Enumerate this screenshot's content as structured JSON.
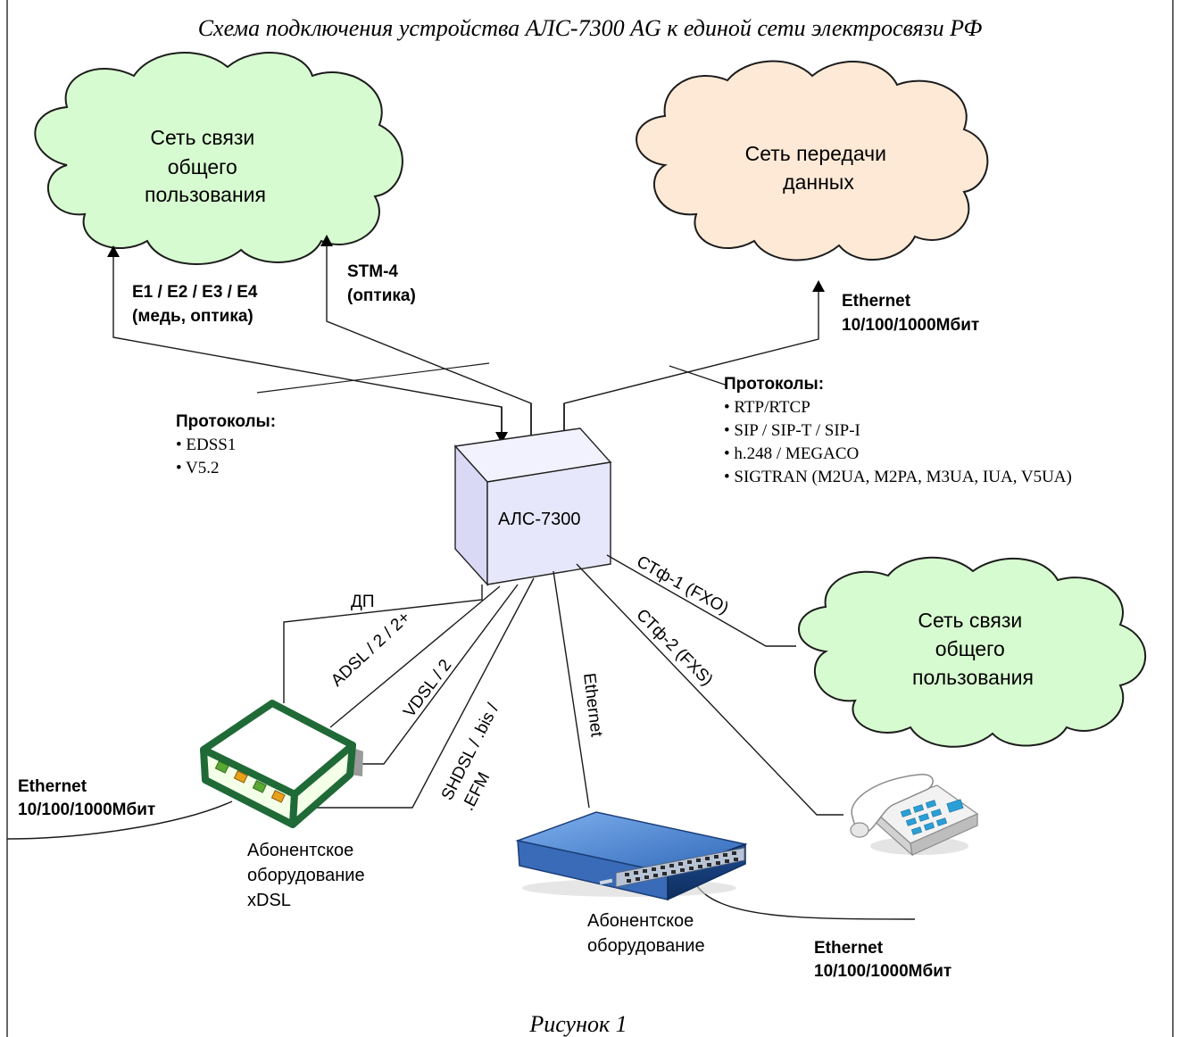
{
  "title": "Схема подключения устройства АЛС-7300 AG к единой сети электросвязи РФ",
  "caption": "Рисунок 1",
  "clouds": {
    "pstn_top": [
      "Сеть связи",
      "общего",
      "пользования"
    ],
    "data_network": [
      "Сеть передачи",
      "данных"
    ],
    "pstn_right": [
      "Сеть связи",
      "общего",
      "пользования"
    ]
  },
  "device": {
    "label": "АЛС-7300"
  },
  "links": {
    "e1": [
      "E1 / E2 / E3 / E4",
      "(медь, оптика)"
    ],
    "stm4": [
      "STM-4",
      "(оптика)"
    ],
    "ethernet_top": [
      "Ethernet",
      "10/100/1000Мбит"
    ],
    "dp": "ДП",
    "adsl": "ADSL / 2 / 2+",
    "vdsl": "VDSL / 2",
    "shdsl": [
      "SHDSL / .bis /",
      ".EFM"
    ],
    "ethernet_vertical": "Ethernet",
    "ctf1": "СТф-1 (FXO)",
    "ctf2": "СТф-2 (FXS)",
    "ethernet_left": [
      "Ethernet",
      "10/100/1000Мбит"
    ],
    "ethernet_bottom": [
      "Ethernet",
      "10/100/1000Мбит"
    ]
  },
  "protocols_left": {
    "heading": "Протоколы:",
    "items": [
      "• EDSS1",
      "• V5.2"
    ]
  },
  "protocols_right": {
    "heading": "Протоколы:",
    "items": [
      "• RTP/RTCP",
      "• SIP / SIP-T / SIP-I",
      "• h.248 / MEGACO",
      "• SIGTRAN (M2UA, M2PA, M3UA, IUA, V5UA)"
    ]
  },
  "equipment": {
    "xdsl": [
      "Абонентское",
      "оборудование",
      "xDSL"
    ],
    "switch": [
      "Абонентское",
      "оборудование"
    ]
  },
  "colors": {
    "cloud_green": "#d7fbd0",
    "cloud_peach": "#fde9d6",
    "device_face": "#e7e7fb",
    "modem_frame": "#1f6a37",
    "switch_blue": "#2f68b8",
    "phone_keys": "#2a9fd6"
  }
}
